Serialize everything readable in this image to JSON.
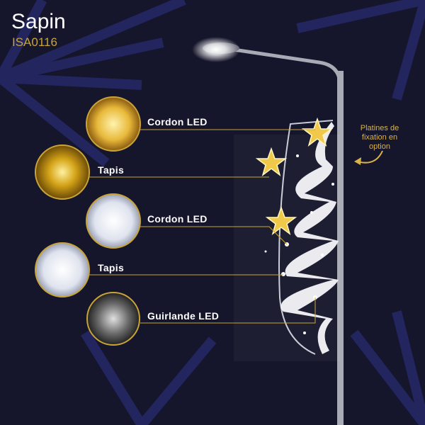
{
  "header": {
    "title": "Sapin",
    "reference": "ISA0116"
  },
  "colors": {
    "background": "#15152b",
    "accent": "#c9a437",
    "rays": "#262a6b"
  },
  "materials": [
    {
      "label": "Cordon LED",
      "icon": "yellow-led-cord-icon"
    },
    {
      "label": "Tapis",
      "icon": "gold-tapis-icon"
    },
    {
      "label": "Cordon LED",
      "icon": "white-led-cord-icon"
    },
    {
      "label": "Tapis",
      "icon": "white-tapis-icon"
    },
    {
      "label": "Guirlande LED",
      "icon": "led-garland-icon"
    }
  ],
  "note": "Platines de fixation en option"
}
